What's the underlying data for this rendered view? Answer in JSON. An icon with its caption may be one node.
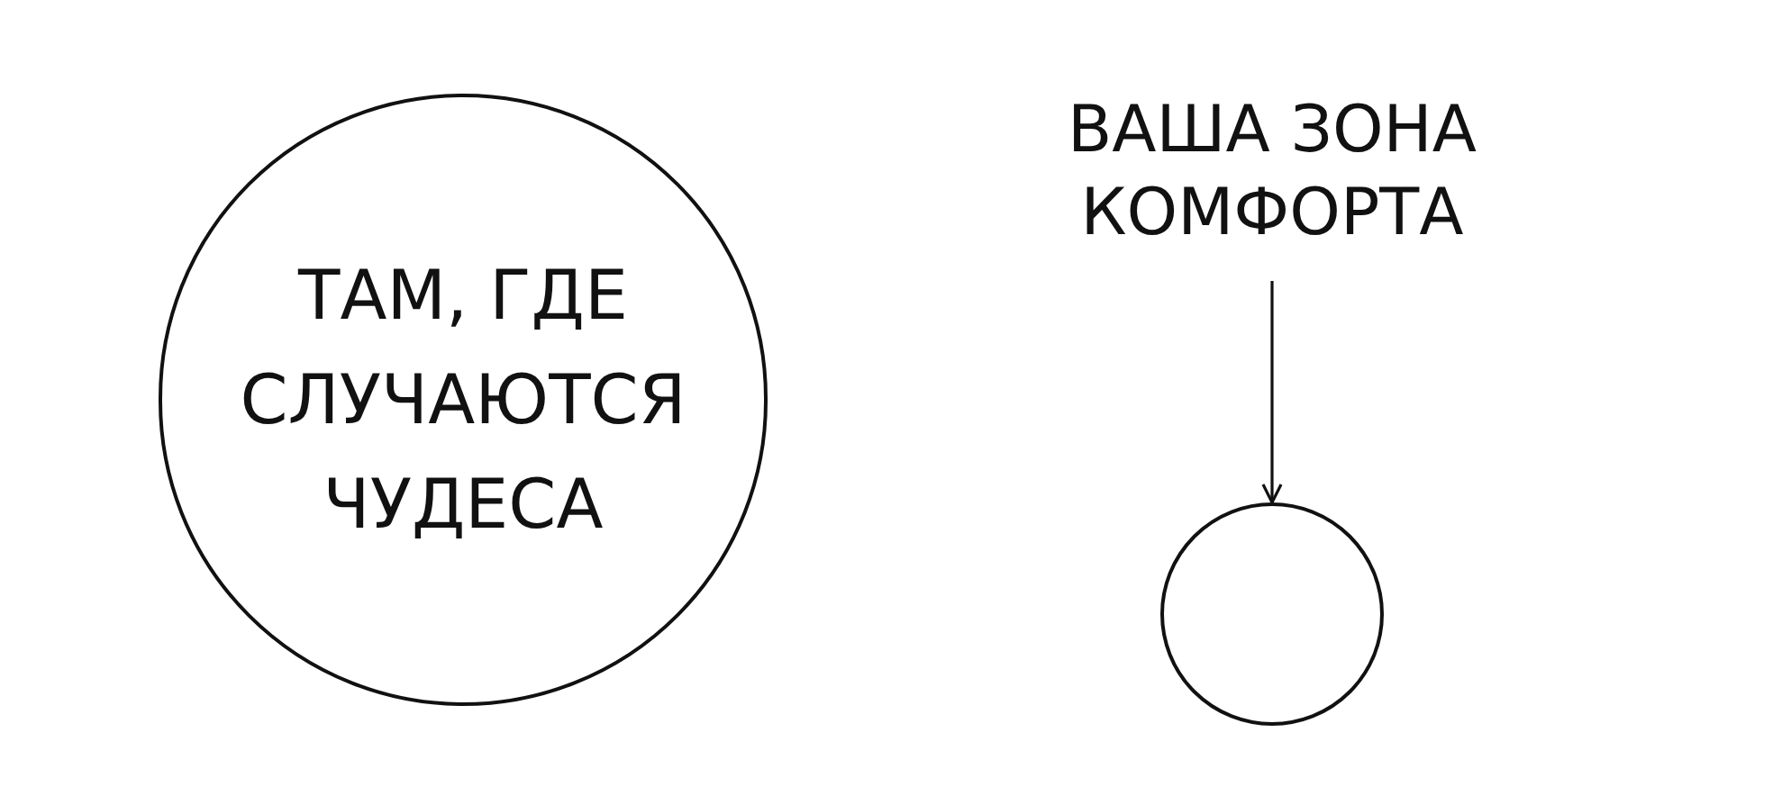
{
  "diagram": {
    "nodes": [
      {
        "text": [
          "ТАМ, ГДЕ СЛУЧАЮТСЯ ЧУДЕСА"
        ]
      },
      {
        "text": [
          "ВАША ЗОНА КОМФОРТА"
        ]
      },
      {
        "text": [],
        "shape": "circle"
      }
    ],
    "edges": [
      {
        "from": 1,
        "to": 2,
        "arrow": "to"
      }
    ]
  }
}
